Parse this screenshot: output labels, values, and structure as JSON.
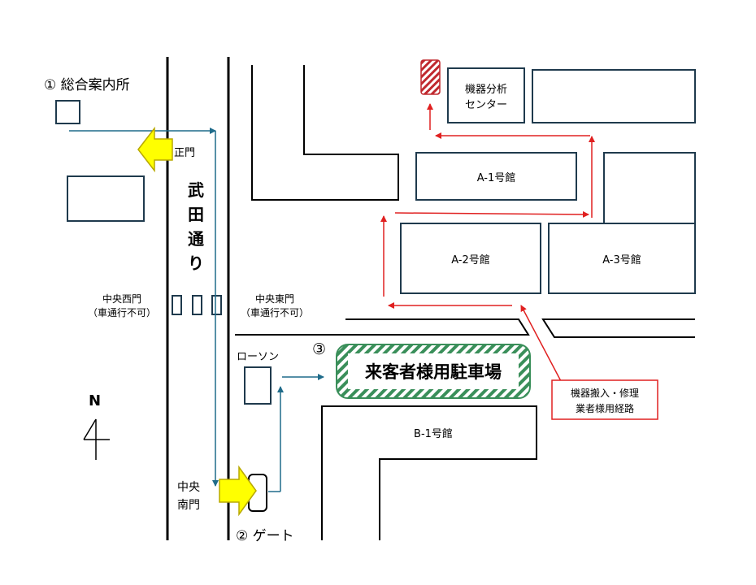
{
  "labels": {
    "info_center": "① 総合案内所",
    "main_gate": "正門",
    "street_name_1": "武",
    "street_name_2": "田",
    "street_name_3": "通",
    "street_name_4": "り",
    "west_gate": "中央西門",
    "west_gate_note": "（車通行不可）",
    "east_gate": "中央東門",
    "east_gate_note": "（車通行不可）",
    "lawson": "ローソン",
    "parking_number": "③",
    "parking": "来客者様用駐車場",
    "south_gate_1": "中央",
    "south_gate_2": "南門",
    "gate": "② ゲート",
    "north": "N",
    "analysis_center_1": "機器分析",
    "analysis_center_2": "センター",
    "building_a1": "A-1号館",
    "building_a2": "A-2号館",
    "building_a3": "A-3号館",
    "building_b1": "B-1号館",
    "route_label_1": "機器搬入・修理",
    "route_label_2": "業者様用経路"
  },
  "colors": {
    "building_border": "#1f3a4d",
    "road": "#000000",
    "visitor_route": "#1f6b8a",
    "vendor_route": "#e02020",
    "parking_hatch": "#3a8f5a",
    "arrow_fill": "#ffff00",
    "arrow_stroke": "#b8a800",
    "target_hatch": "#c0282e"
  },
  "icons": {
    "entrance_arrow": "yellow-arrow-icon",
    "north_arrow": "north-arrow-icon",
    "destination_marker": "hatched-marker-icon"
  }
}
